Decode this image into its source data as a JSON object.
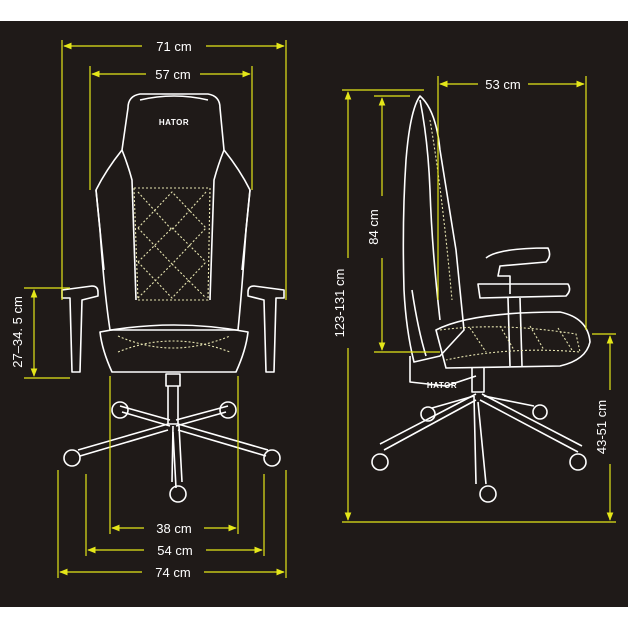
{
  "brand": "HATOR",
  "colors": {
    "background": "#1f1a18",
    "dimension_line": "#e4e619",
    "outline": "#ffffff",
    "stitch": "#e6e4b0"
  },
  "front_view": {
    "overall_width": "71 cm",
    "backrest_width": "57 cm",
    "armrest_height": "27–34. 5 cm",
    "seat_width": "38 cm",
    "wheelbase_inner": "54 cm",
    "wheelbase_width": "74 cm"
  },
  "side_view": {
    "depth": "53 cm",
    "backrest_height": "84 cm",
    "total_height": "123-131 cm",
    "seat_height": "43-51 cm"
  }
}
